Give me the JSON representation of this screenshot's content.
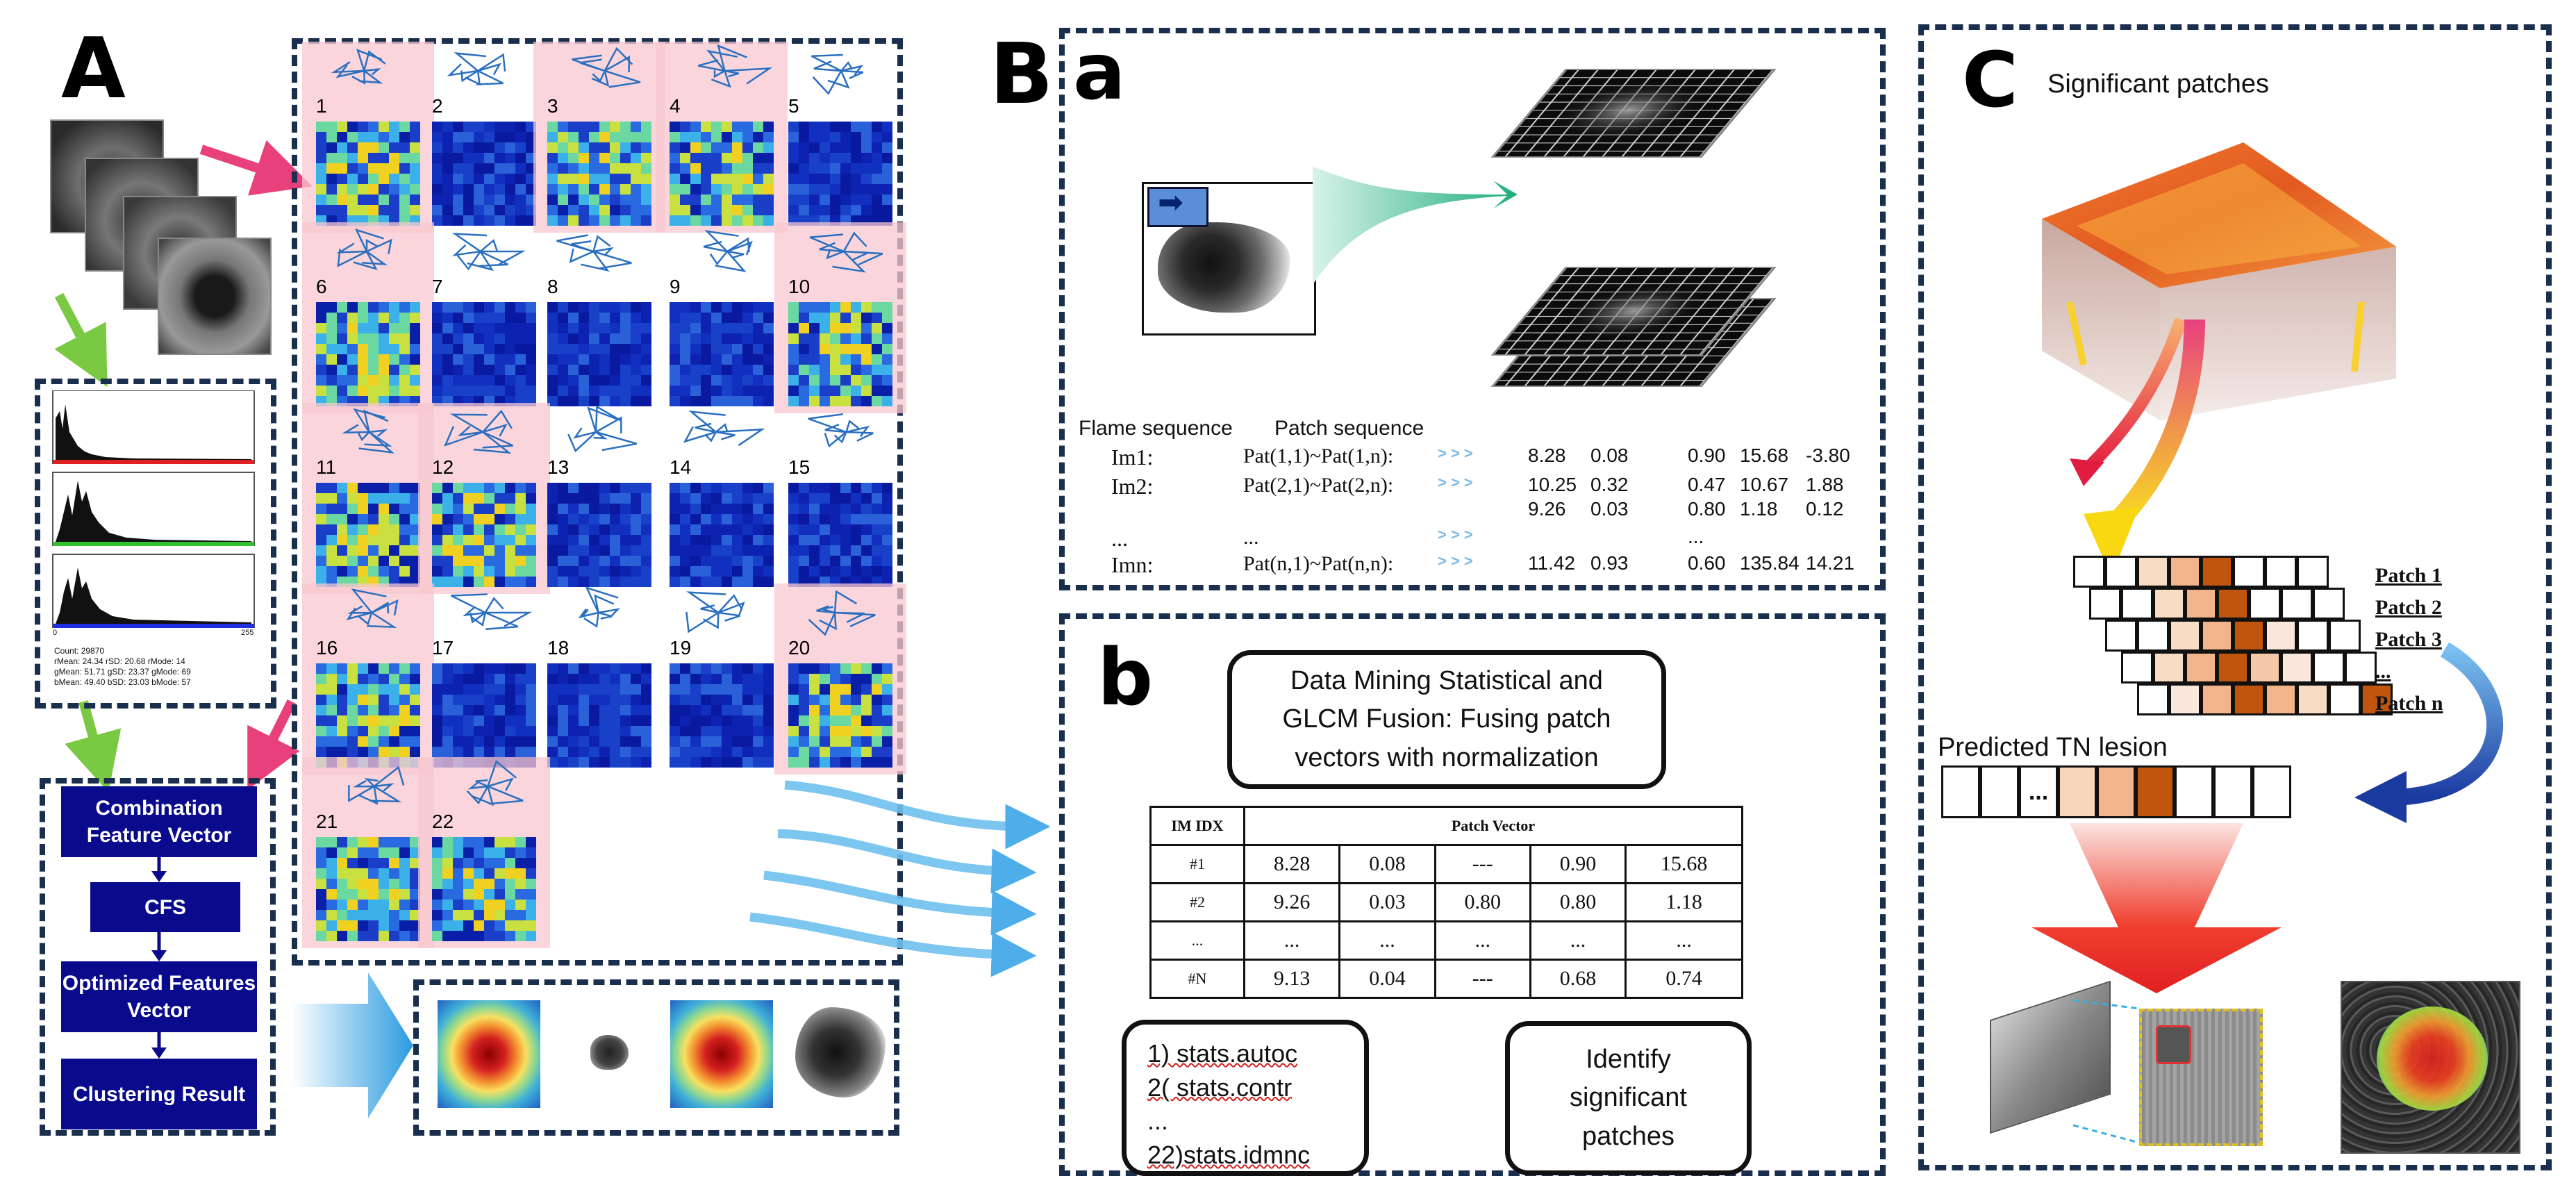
{
  "panel_a": {
    "letter": "A",
    "histogram_stats": [
      "Count: 29870",
      "rMean: 24.34   rSD: 20.68   rMode: 14",
      "gMean: 51.71   gSD: 23.37   gMode: 69",
      "bMean: 49.40   bSD: 23.03   bMode: 57"
    ],
    "hist_axis_min": "0",
    "hist_axis_max": "255",
    "cells": [
      {
        "num": "1",
        "hi": true
      },
      {
        "num": "2",
        "hi": false
      },
      {
        "num": "3",
        "hi": true
      },
      {
        "num": "4",
        "hi": true
      },
      {
        "num": "5",
        "hi": false
      },
      {
        "num": "6",
        "hi": true
      },
      {
        "num": "7",
        "hi": false
      },
      {
        "num": "8",
        "hi": false
      },
      {
        "num": "9",
        "hi": false
      },
      {
        "num": "10",
        "hi": true
      },
      {
        "num": "11",
        "hi": true
      },
      {
        "num": "12",
        "hi": true
      },
      {
        "num": "13",
        "hi": false
      },
      {
        "num": "14",
        "hi": false
      },
      {
        "num": "15",
        "hi": false
      },
      {
        "num": "16",
        "hi": true
      },
      {
        "num": "17",
        "hi": false
      },
      {
        "num": "18",
        "hi": false
      },
      {
        "num": "19",
        "hi": false
      },
      {
        "num": "20",
        "hi": true
      },
      {
        "num": "21",
        "hi": true
      },
      {
        "num": "22",
        "hi": true
      }
    ],
    "flow": [
      "Combination Feature Vector",
      "CFS",
      "Optimized Features Vector",
      "Clustering Result"
    ]
  },
  "panel_b": {
    "letter": "B",
    "sub_a": {
      "letter": "a",
      "flame_header": "Flame sequence",
      "patch_header": "Patch sequence",
      "rows": [
        {
          "im": "Im1:",
          "pat": "Pat(1,1)~Pat(1,n):",
          "v1": "8.28",
          "v2": "0.08",
          "v3": "0.90",
          "v4": "15.68",
          "v5": "-3.80"
        },
        {
          "im": "Im2:",
          "pat": "Pat(2,1)~Pat(2,n):",
          "v1": "10.25",
          "v2": "0.32",
          "v3": "0.47",
          "v4": "10.67",
          "v5": "1.88"
        },
        {
          "im": "",
          "pat": "",
          "v1": "9.26",
          "v2": "0.03",
          "v3": "0.80",
          "v4": "1.18",
          "v5": "0.12"
        },
        {
          "im": "...",
          "pat": "...",
          "v1": "",
          "v2": "",
          "v3": "...",
          "v4": "",
          "v5": ""
        },
        {
          "im": "Imn:",
          "pat": "Pat(n,1)~Pat(n,n):",
          "v1": "11.42",
          "v2": "0.93",
          "v3": "0.60",
          "v4": "135.84",
          "v5": "14.21"
        }
      ]
    },
    "sub_b": {
      "letter": "b",
      "fusion_text": "Data Mining Statistical and GLCM Fusion: Fusing patch vectors with normalization",
      "table_header_idx": "IM IDX",
      "table_header_vec": "Patch Vector",
      "table_rows": [
        [
          "#1",
          "8.28",
          "0.08",
          "---",
          "0.90",
          "15.68"
        ],
        [
          "#2",
          "9.26",
          "0.03",
          "0.80",
          "0.80",
          "1.18"
        ],
        [
          "...",
          "...",
          "...",
          "...",
          "...",
          "..."
        ],
        [
          "#N",
          "9.13",
          "0.04",
          "---",
          "0.68",
          "0.74"
        ]
      ],
      "feature_list": [
        "1) stats.autoc",
        "2( stats.contr",
        "...",
        "22)stats.idmnc"
      ],
      "identify_text": "Identify significant patches"
    }
  },
  "panel_c": {
    "letter": "C",
    "title": "Significant patches",
    "patch_labels": [
      "Patch 1",
      "Patch 2",
      "Patch 3",
      "...",
      "Patch n"
    ],
    "predicted_label": "Predicted TN lesion",
    "predicted_dots": "..."
  }
}
